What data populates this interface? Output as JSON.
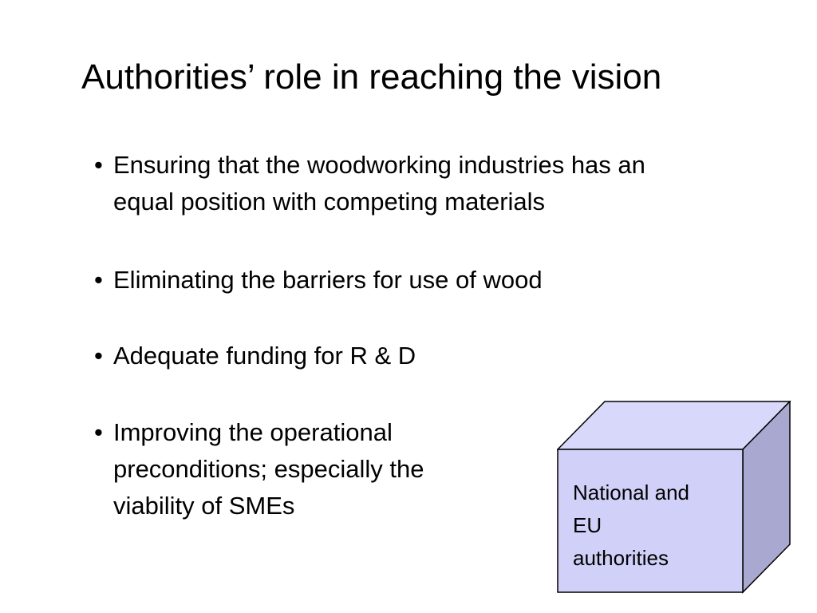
{
  "slide": {
    "title": "Authorities’ role in reaching the vision",
    "bullets": [
      {
        "lines": [
          "Ensuring that the woodworking industries has an",
          "equal position with competing materials"
        ]
      },
      {
        "lines": [
          "Eliminating the barriers for use of wood"
        ]
      },
      {
        "lines": [
          "Adequate funding for R & D"
        ]
      },
      {
        "lines": [
          "Improving the operational",
          "preconditions; especially the",
          "viability of SMEs"
        ]
      }
    ],
    "bullet_glyph": "•",
    "cube": {
      "label_lines": [
        "National and",
        "EU",
        "authorities"
      ],
      "colors": {
        "front": "#d0d0f8",
        "top": "#d8d8fa",
        "side": "#a8a8d0",
        "stroke": "#000000"
      }
    }
  }
}
